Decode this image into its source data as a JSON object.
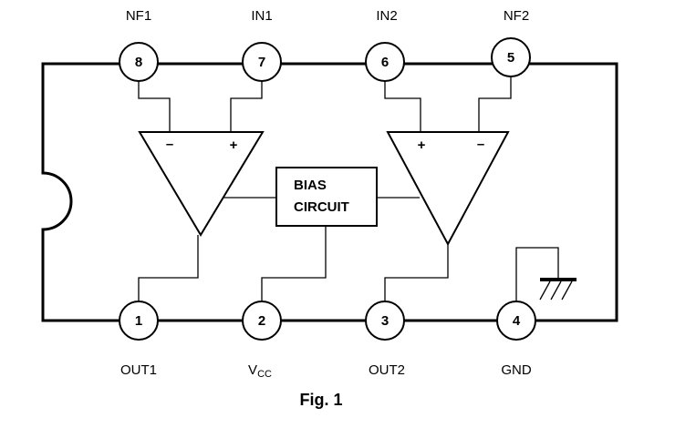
{
  "pins": [
    {
      "number": "8",
      "label": "NF1"
    },
    {
      "number": "7",
      "label": "IN1"
    },
    {
      "number": "6",
      "label": "IN2"
    },
    {
      "number": "5",
      "label": "NF2"
    },
    {
      "number": "1",
      "label": "OUT1"
    },
    {
      "number": "2",
      "label": "V",
      "label_sub": "CC"
    },
    {
      "number": "3",
      "label": "OUT2"
    },
    {
      "number": "4",
      "label": "GND"
    }
  ],
  "amp1": {
    "minus": "–",
    "plus": "+"
  },
  "amp2": {
    "plus": "+",
    "minus": "–"
  },
  "bias": {
    "line1": "BIAS",
    "line2": "CIRCUIT"
  },
  "caption": "Fig. 1"
}
